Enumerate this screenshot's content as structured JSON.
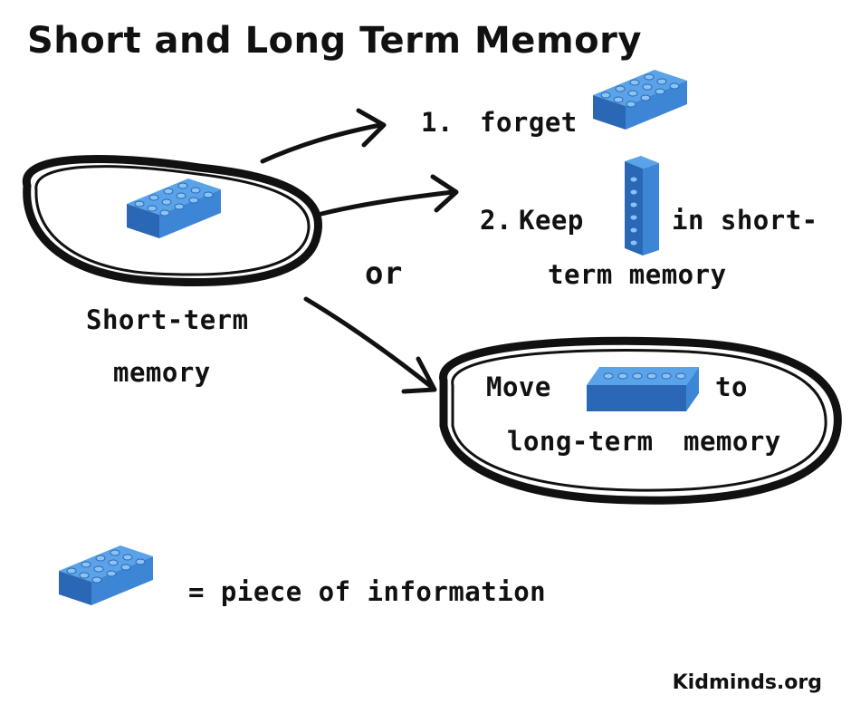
{
  "title": "Short and Long Term Memory",
  "short_term_memory": {
    "label_line1": "Short-term",
    "label_line2": "memory"
  },
  "or_label": "or",
  "outcomes": {
    "forget": {
      "number": "1.",
      "text": "forget"
    },
    "keep": {
      "number": "2.",
      "text_before": "Keep",
      "text_after": "in short-",
      "text_line2": "term memory"
    },
    "move": {
      "text_before": "Move",
      "text_after": "to",
      "text_line2_a": "long-term",
      "text_line2_b": "memory"
    }
  },
  "legend": {
    "text": "= piece of information"
  },
  "site": "Kidminds.org",
  "colors": {
    "brick_face": "#3d86d6",
    "brick_top": "#5aa3e8",
    "brick_side": "#2a67b5",
    "ink": "#111111"
  }
}
